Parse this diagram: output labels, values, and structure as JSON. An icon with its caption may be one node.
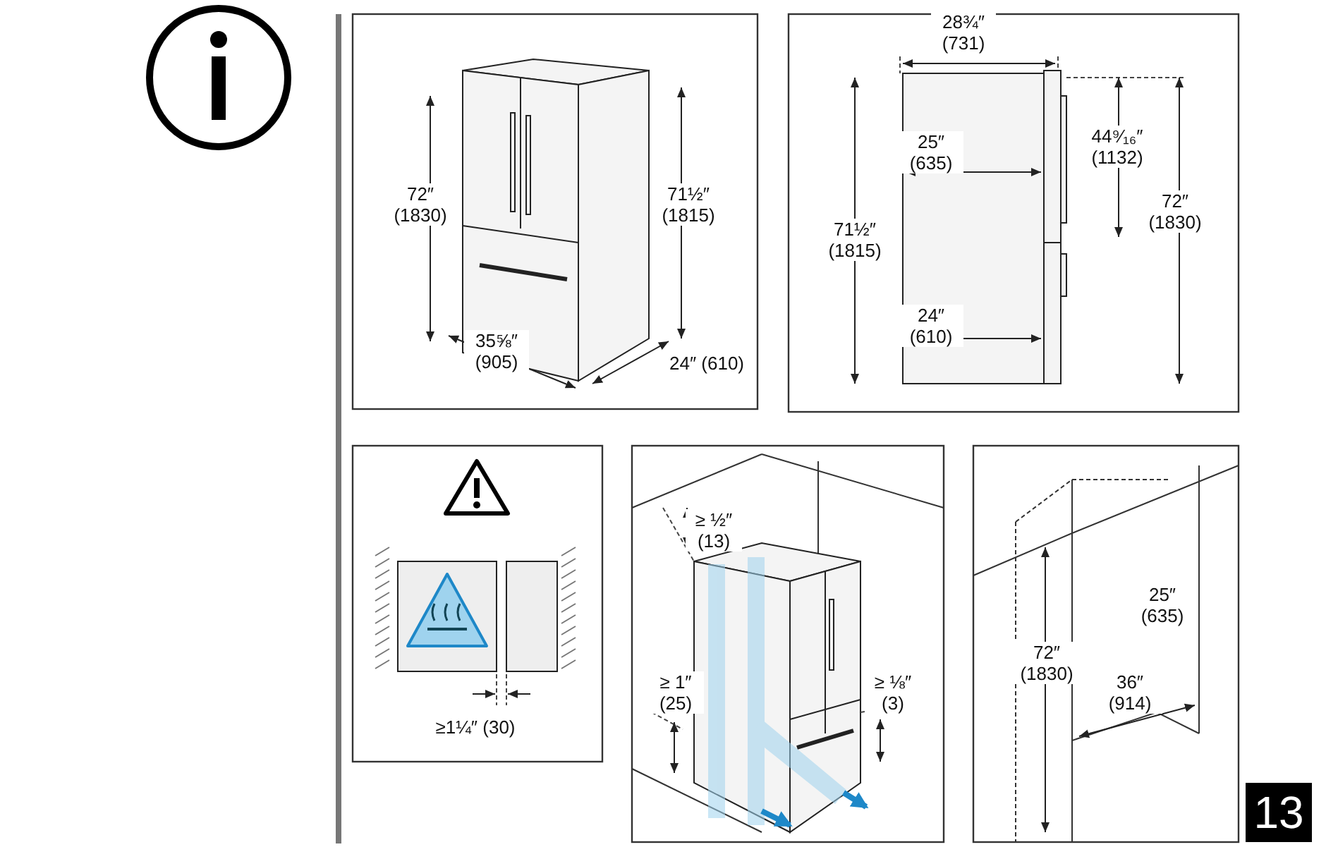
{
  "diagram": {
    "labels": [
      "72″ (1830)",
      "71½″ (1815)",
      "35⅝″ (905)",
      "24″ (610)",
      "28¾″ (731)",
      "25″ (635)",
      "44⁹⁄₁₆″ (1132)",
      "71½″ (1815)",
      "72″ (1830)",
      "24″ (610)",
      "≥1¼″ (30)",
      "≥ ½″ (13)",
      "≥ 1″ (25)",
      "≥ ⅛″ (3)",
      "25″ (635)",
      "72″ (1830)",
      "36″ (914)",
      "13"
    ]
  }
}
